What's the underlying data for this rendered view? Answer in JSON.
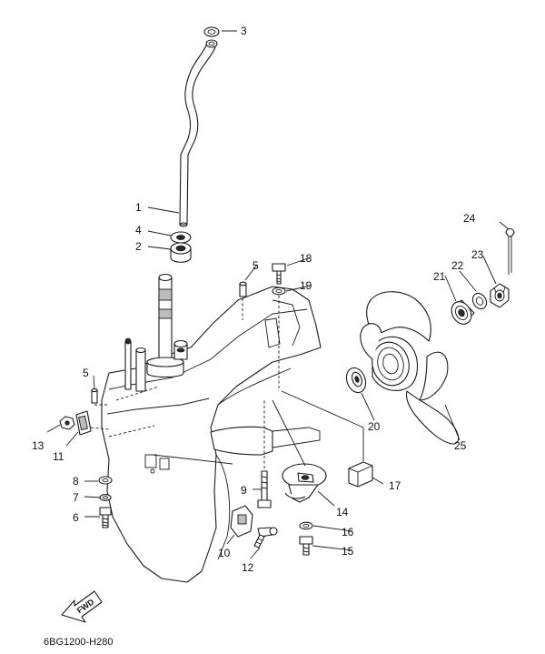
{
  "diagram": {
    "callouts": {
      "c1": "1",
      "c2": "2",
      "c3": "3",
      "c4": "4",
      "c5a": "5",
      "c5b": "5",
      "c6": "6",
      "c7": "7",
      "c8": "8",
      "c9": "9",
      "c10": "10",
      "c11": "11",
      "c12": "12",
      "c13": "13",
      "c14": "14",
      "c15": "15",
      "c16": "16",
      "c17": "17",
      "c18": "18",
      "c19": "19",
      "c20": "20",
      "c21": "21",
      "c22": "22",
      "c23": "23",
      "c24": "24",
      "c25": "25"
    },
    "fwd_label": "FWD",
    "drawing_code": "6BG1200-H280"
  }
}
